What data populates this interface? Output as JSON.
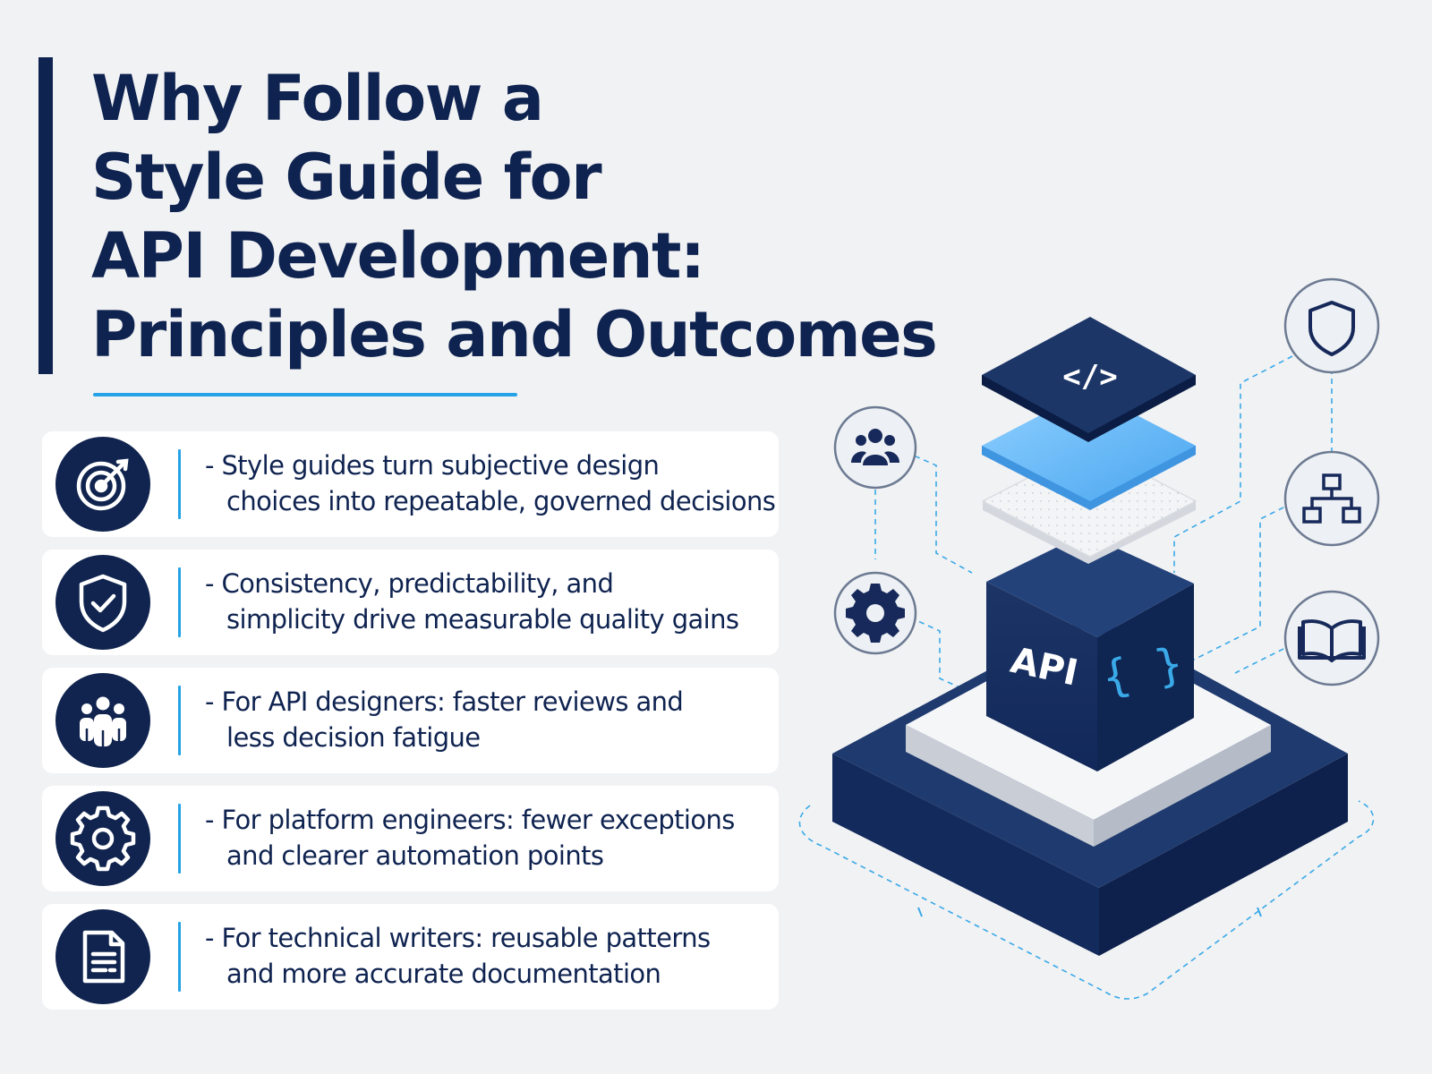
{
  "title": {
    "lines": [
      "Why Follow a",
      "Style Guide for",
      "API Development:",
      "Principles and Outcomes"
    ]
  },
  "points": [
    {
      "icon": "target-icon",
      "line1": "- Style guides turn subjective design",
      "line2": "choices into repeatable, governed decisions"
    },
    {
      "icon": "shield-check-icon",
      "line1": "- Consistency, predictability, and",
      "line2": "simplicity drive measurable quality gains"
    },
    {
      "icon": "team-icon",
      "line1": "- For API designers: faster reviews and",
      "line2": "less decision fatigue"
    },
    {
      "icon": "gear-icon",
      "line1": "- For platform engineers: fewer exceptions",
      "line2": "and clearer automation points"
    },
    {
      "icon": "document-icon",
      "line1": "- For technical writers: reusable patterns",
      "line2": "and more accurate documentation"
    }
  ],
  "diagram": {
    "cube_label": "API",
    "cube_symbol": "{ }",
    "top_layer_symbol": "</>",
    "satellite_icons": [
      "users-icon",
      "settings-icon",
      "shield-icon",
      "hierarchy-icon",
      "book-icon"
    ]
  },
  "colors": {
    "navy": "#0f2350",
    "accent_blue": "#25a3e6",
    "background": "#f1f2f4",
    "card": "#ffffff"
  }
}
